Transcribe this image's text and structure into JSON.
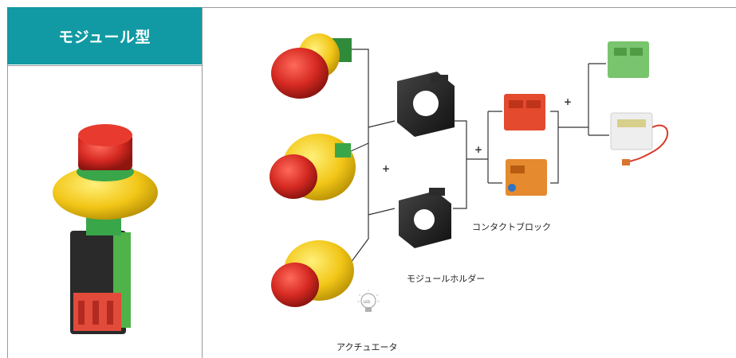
{
  "left_panel": {
    "title": "モジュール型",
    "header_color": "#119aa3"
  },
  "diagram": {
    "labels": {
      "actuator": "アクチュエータ",
      "module_holder": "モジュールホルダー",
      "contact_block": "コンタクトブロック",
      "led": "LED"
    },
    "plus_sign": "+"
  },
  "colors": {
    "red": "#d62a22",
    "yellow": "#f2c617",
    "green": "#3aa64a",
    "black": "#1e1e1e",
    "orange_red": "#e34a2e",
    "light_green": "#79c46e"
  }
}
